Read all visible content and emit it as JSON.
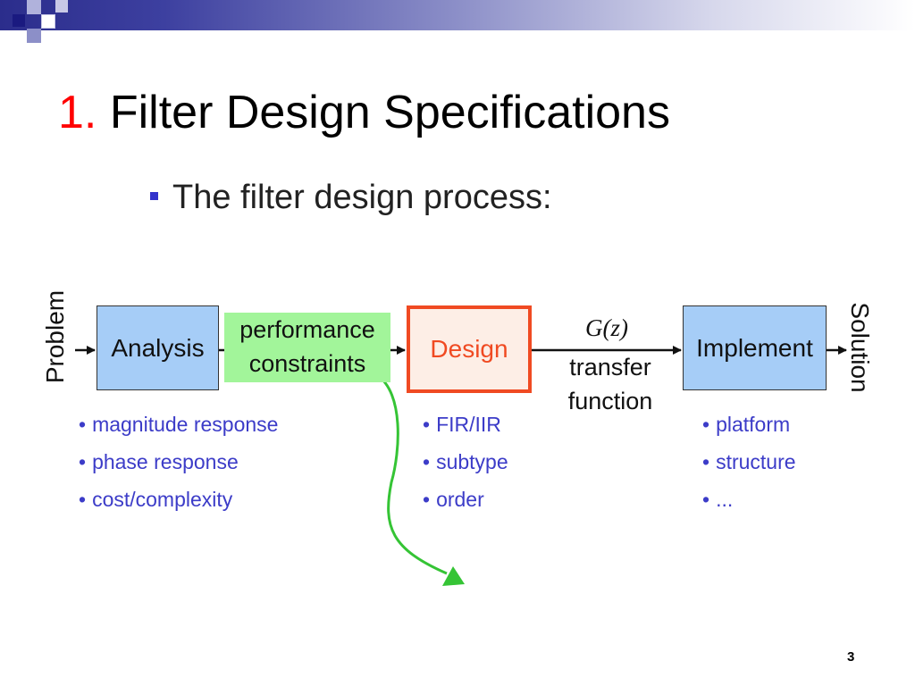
{
  "slide": {
    "title_number": "1.",
    "title_text": "Filter Design Specifications",
    "bullet": "The filter design process:",
    "page_number": "3"
  },
  "diagram": {
    "input_label": "Problem",
    "output_label": "Solution",
    "stages": {
      "analysis": "Analysis",
      "design": "Design",
      "implement": "Implement"
    },
    "performance": {
      "line1": "performance",
      "line2": "constraints"
    },
    "transfer": {
      "symbol": "G(z)",
      "line1": "transfer",
      "line2": "function"
    },
    "analysis_items": [
      "magnitude response",
      "phase response",
      "cost/complexity"
    ],
    "design_items": [
      "FIR/IIR",
      "subtype",
      "order"
    ],
    "implement_items": [
      "platform",
      "structure",
      "..."
    ]
  },
  "colors": {
    "stage_fill": "#a6cdf7",
    "design_border": "#f04a22",
    "design_fill": "#fdeee6",
    "constraints_fill": "#a2f59a",
    "feedback_arrow": "#35c435",
    "list_text": "#3c3cc8",
    "title_number": "#ff0000"
  }
}
